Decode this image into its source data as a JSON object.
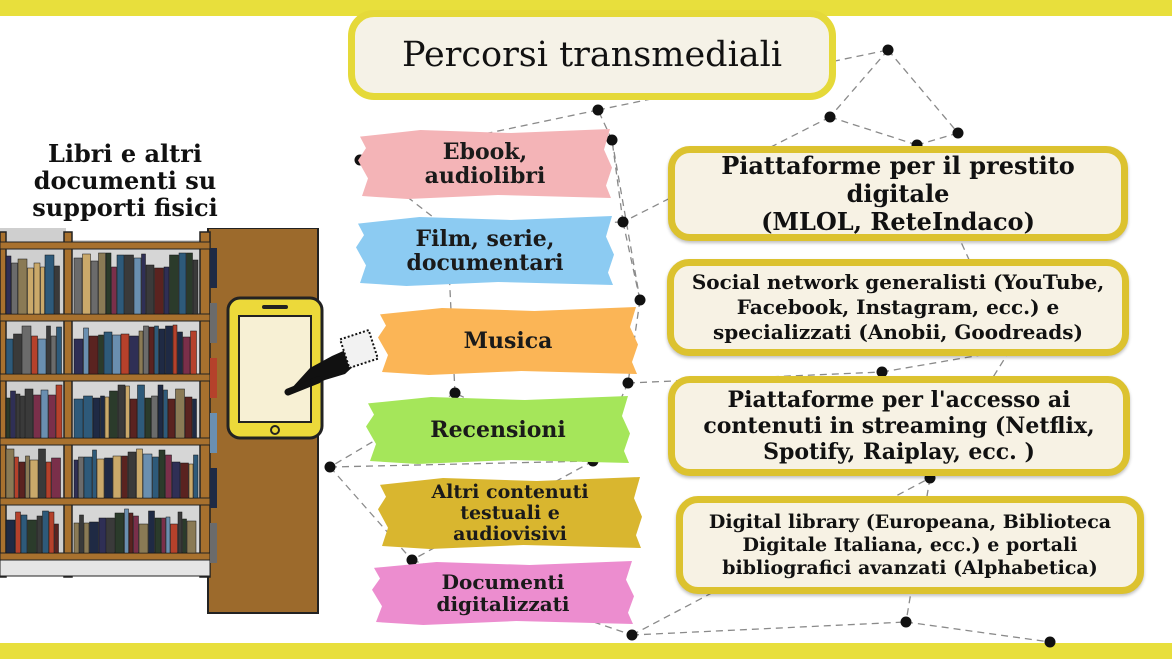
{
  "title": "Percorsi transmediali",
  "left_label": [
    "Libri e altri",
    "documenti su",
    "supporti fisici"
  ],
  "ribbons": [
    {
      "lines": [
        "Ebook,",
        "audiolibri"
      ],
      "color": "#f4b4b7"
    },
    {
      "lines": [
        "Film, serie,",
        "documentari"
      ],
      "color": "#8ccbf2"
    },
    {
      "lines": [
        "Musica"
      ],
      "color": "#fbb556"
    },
    {
      "lines": [
        "Recensioni"
      ],
      "color": "#a5e65a"
    },
    {
      "lines": [
        "Altri contenuti",
        "testuali e",
        "audiovisivi"
      ],
      "color": "#d9b62f"
    },
    {
      "lines": [
        "Documenti",
        "digitalizzati"
      ],
      "color": "#ec8dcf"
    }
  ],
  "boxes": [
    {
      "lines": [
        "Piattaforme per il prestito digitale",
        "(MLOL, ReteIndaco)"
      ]
    },
    {
      "lines": [
        "Social network generalisti (YouTube,",
        "Facebook, Instagram, ecc.) e",
        "specializzati (Anobii, Goodreads)"
      ]
    },
    {
      "lines": [
        "Piattaforme per l'accesso ai",
        "contenuti in streaming (Netflix,",
        "Spotify, Raiplay, ecc. )"
      ]
    },
    {
      "lines": [
        "Digital library (Europeana, Biblioteca",
        "Digitale Italiana, ecc.) e portali",
        "bibliografici avanzati (Alphabetica)"
      ]
    }
  ],
  "colors": {
    "stripe": "#e8df3c",
    "title_border": "#e5d939",
    "box_border": "#dcc22f",
    "box_fill": "#f7f2e4",
    "tablet": "#ecd93a",
    "shelf_wood": "#a8712e"
  }
}
